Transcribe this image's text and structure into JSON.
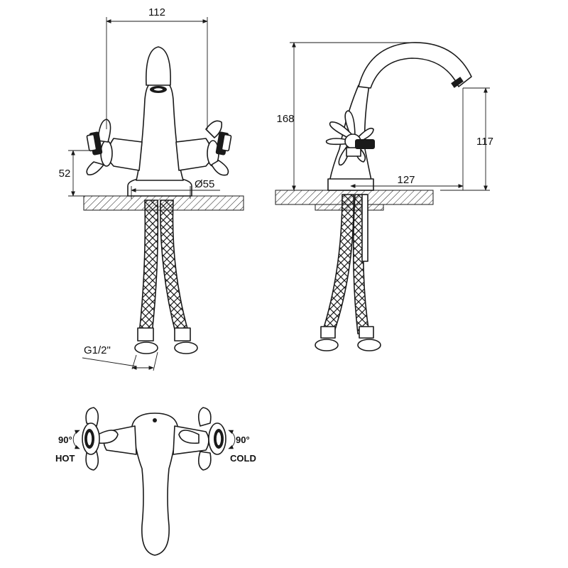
{
  "front_view": {
    "width_label": "112",
    "height_label": "52",
    "base_diameter_label": "Ø55",
    "thread_label": "G1/2\""
  },
  "side_view": {
    "height_label": "168",
    "spout_height_label": "117",
    "reach_label": "127"
  },
  "top_view": {
    "hot_angle_label": "90°",
    "cold_angle_label": "90°",
    "hot_label": "HOT",
    "cold_label": "COLD"
  }
}
